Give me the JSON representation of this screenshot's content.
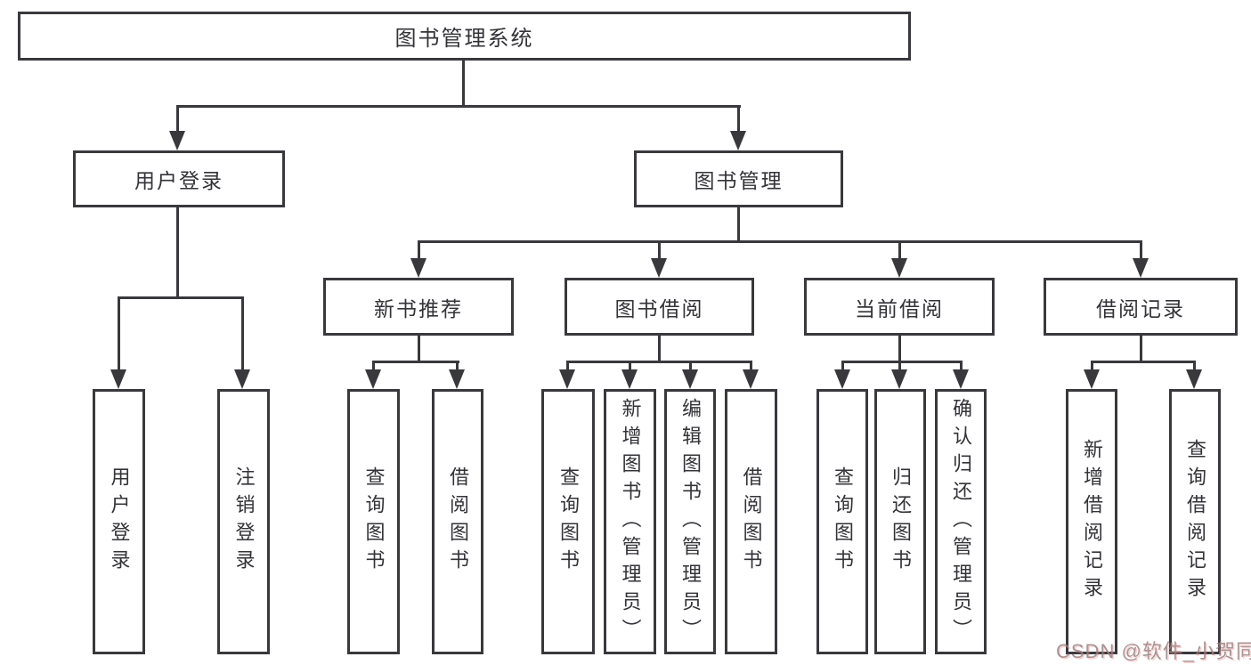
{
  "root": {
    "label": "图书管理系统"
  },
  "level2": {
    "user_login": {
      "label": "用户登录"
    },
    "book_mgmt": {
      "label": "图书管理"
    }
  },
  "level3": {
    "new_books": {
      "label": "新书推荐"
    },
    "borrow": {
      "label": "图书借阅"
    },
    "current": {
      "label": "当前借阅"
    },
    "records": {
      "label": "借阅记录"
    }
  },
  "leaves": {
    "login": {
      "label": "用户登录"
    },
    "logout": {
      "label": "注销登录"
    },
    "nb_query": {
      "label": "查询图书"
    },
    "nb_borrow": {
      "label": "借阅图书"
    },
    "bw_query": {
      "label": "查询图书"
    },
    "bw_add": {
      "label": "新增图书（管理员）"
    },
    "bw_edit": {
      "label": "编辑图书（管理员）"
    },
    "bw_borrow": {
      "label": "借阅图书"
    },
    "cur_query": {
      "label": "查询图书"
    },
    "cur_return": {
      "label": "归还图书"
    },
    "cur_confirm": {
      "label": "确认归还（管理员）"
    },
    "rec_add": {
      "label": "新增借阅记录"
    },
    "rec_query": {
      "label": "查询借阅记录"
    }
  },
  "watermark": {
    "text": "CSDN @软件_小贺同学"
  },
  "colors": {
    "line": "#39393d",
    "box_border": "#39393d",
    "text": "#333338",
    "watermark": "#948080",
    "background": "#ffffff"
  }
}
